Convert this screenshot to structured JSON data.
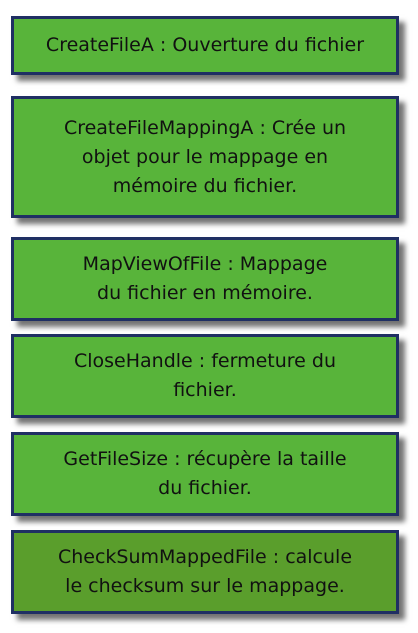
{
  "steps": [
    {
      "text": "CreateFileA : Ouverture du fichier"
    },
    {
      "text": "CreateFileMappingA : Crée un\nobjet pour le mappage en\nmémoire du fichier."
    },
    {
      "text": "MapViewOfFile : Mappage\ndu fichier en mémoire."
    },
    {
      "text": "CloseHandle : fermeture du\nfichier."
    },
    {
      "text": "GetFileSize : récupère la taille\ndu fichier."
    },
    {
      "text": "CheckSumMappedFile : calcule\nle checksum sur le mappage."
    }
  ],
  "colors": {
    "box_fill": "#58b43a",
    "box_fill_last": "#5a9e2c",
    "box_border": "#1f2f63",
    "text": "#111111"
  }
}
